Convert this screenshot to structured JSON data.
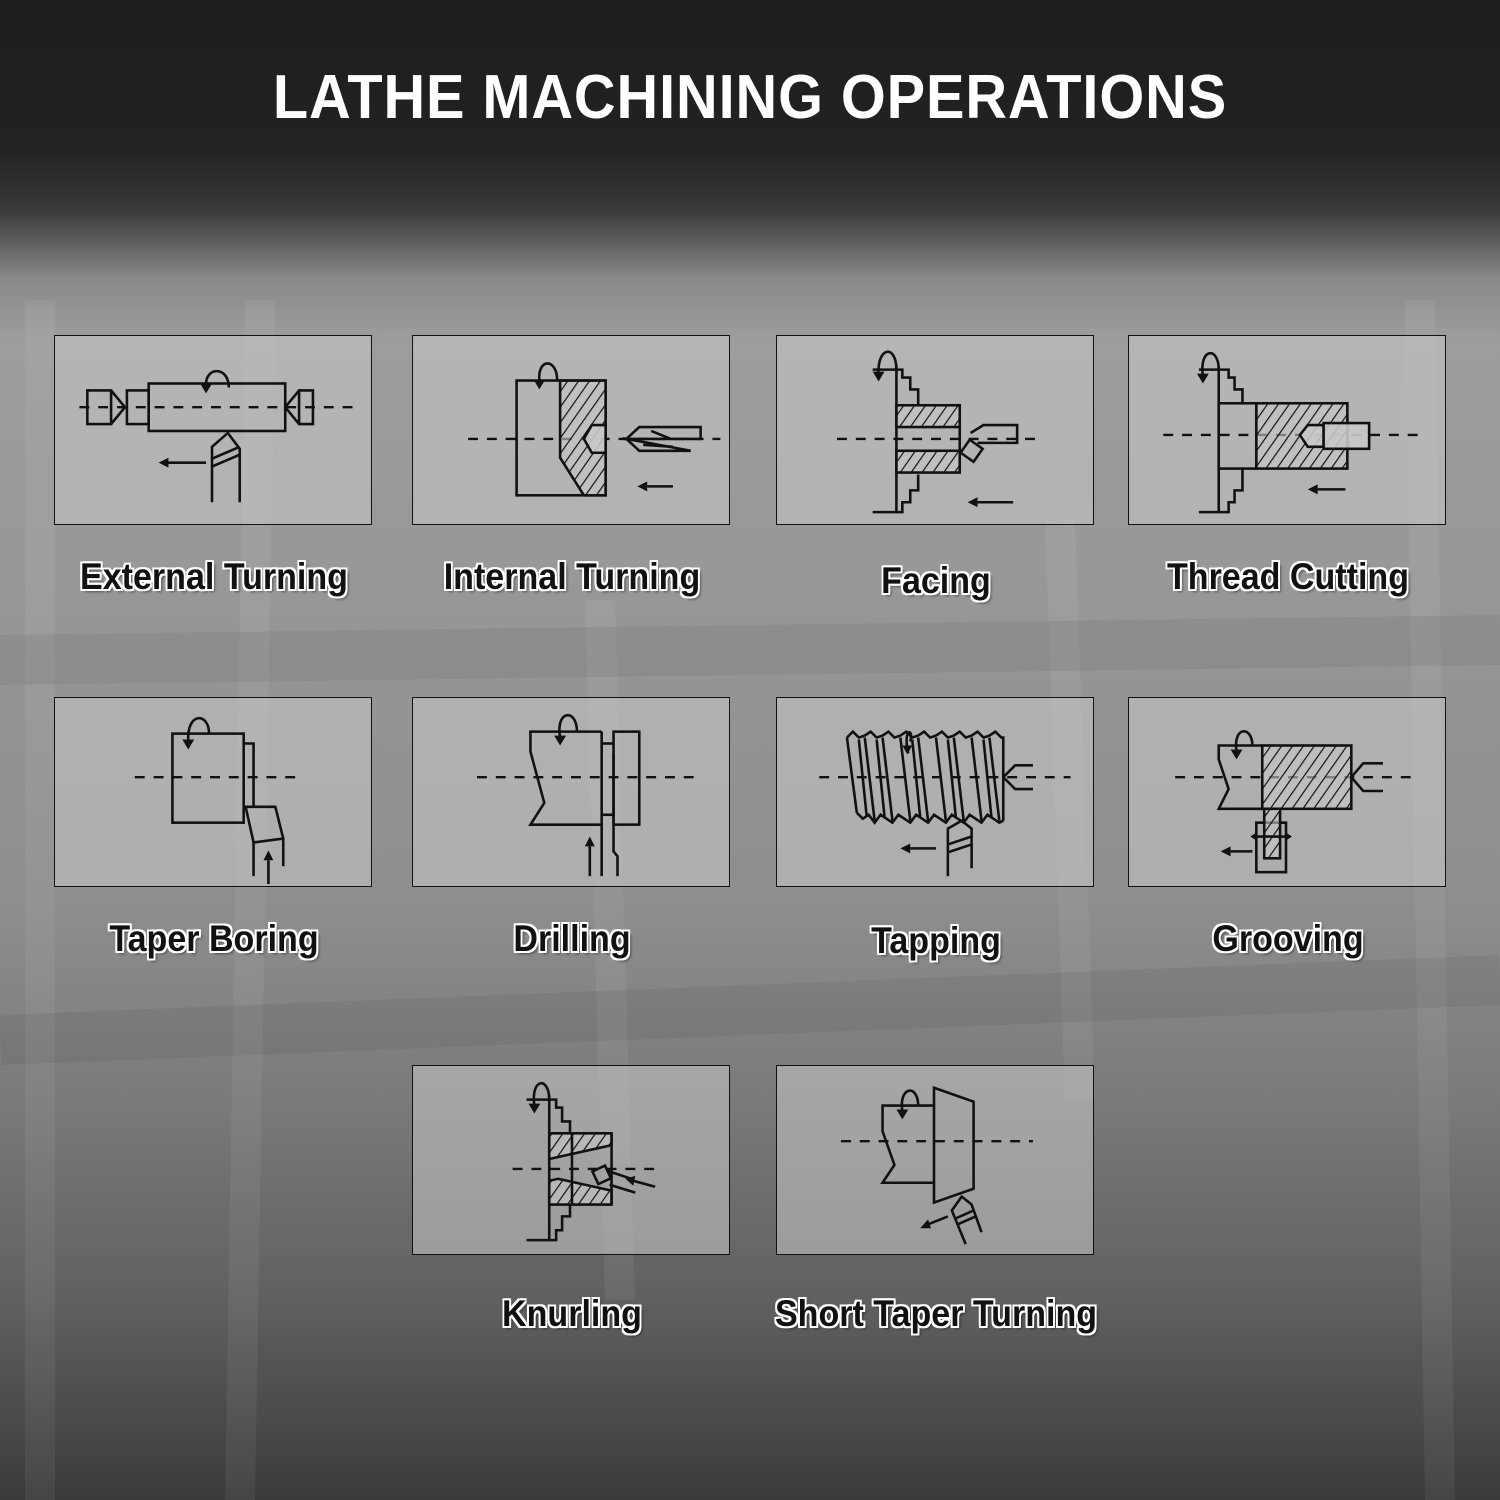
{
  "title": "LATHE MACHINING OPERATIONS",
  "colors": {
    "title_text": "#ffffff",
    "label_text": "#111111",
    "label_outline": "#ffffff",
    "diagram_stroke": "#111111",
    "background_top": "#1e1e1e",
    "background_bottom": "#3a3a3a"
  },
  "operations": [
    {
      "label": "External Turning",
      "icon": "external-turning-diagram"
    },
    {
      "label": "Internal Turning",
      "icon": "internal-turning-diagram"
    },
    {
      "label": "Facing",
      "icon": "facing-diagram"
    },
    {
      "label": "Thread Cutting",
      "icon": "thread-cutting-diagram"
    },
    {
      "label": "Taper Boring",
      "icon": "taper-boring-diagram"
    },
    {
      "label": "Drilling",
      "icon": "drilling-diagram"
    },
    {
      "label": "Tapping",
      "icon": "tapping-diagram"
    },
    {
      "label": "Grooving",
      "icon": "grooving-diagram"
    },
    {
      "label": "Knurling",
      "icon": "knurling-diagram"
    },
    {
      "label": "Short Taper Turning",
      "icon": "short-taper-turning-diagram"
    }
  ]
}
